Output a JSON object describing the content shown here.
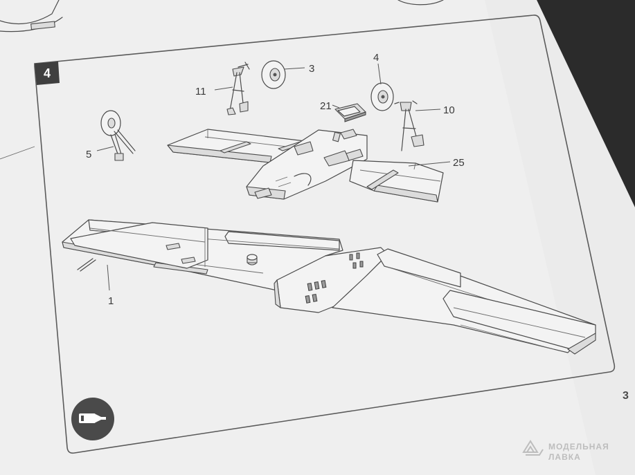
{
  "step": {
    "number": "4"
  },
  "callouts": {
    "part_1": "1",
    "part_3": "3",
    "part_4": "4",
    "part_5": "5",
    "part_10": "10",
    "part_11": "11",
    "part_21": "21",
    "part_25": "25"
  },
  "page_number": "3",
  "watermark": {
    "line1": "МОДЕЛЬНАЯ",
    "line2": "ЛАВКА"
  },
  "icons": {
    "glue": "glue-tube-icon",
    "logo": "watermark-logo-icon"
  },
  "colors": {
    "paper": "#f1f1f1",
    "frame": "#5a5a5a",
    "step_box": "#3f3f3f",
    "background": "#2b2b2b"
  }
}
